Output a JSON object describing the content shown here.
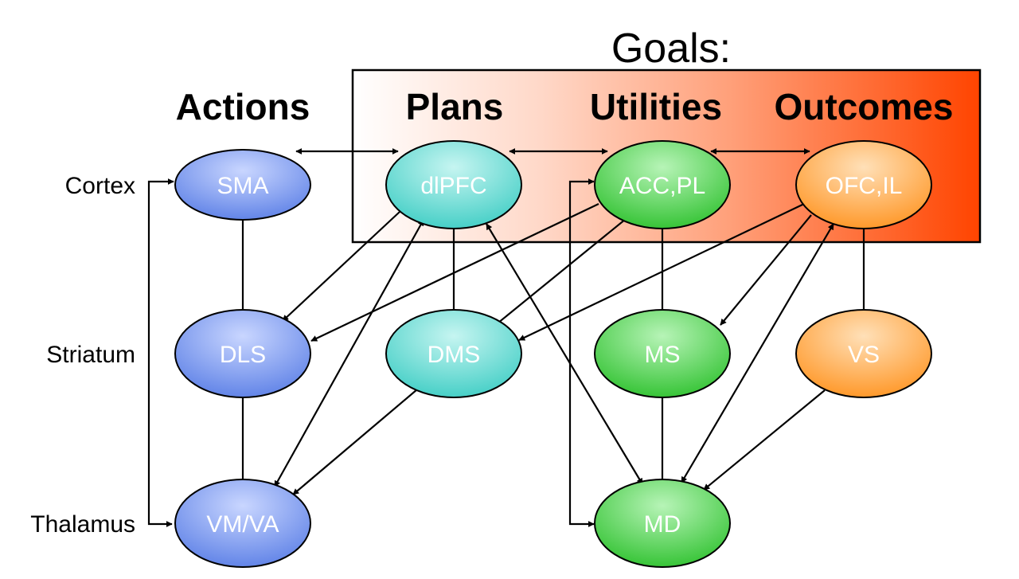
{
  "title": "Goals:",
  "headers": {
    "actions": "Actions",
    "plans": "Plans",
    "utilities": "Utilities",
    "outcomes": "Outcomes"
  },
  "rows": {
    "cortex": "Cortex",
    "striatum": "Striatum",
    "thalamus": "Thalamus"
  },
  "nodes": {
    "sma": "SMA",
    "dlpfc": "dlPFC",
    "acc_pl": "ACC,PL",
    "ofc_il": "OFC,IL",
    "dls": "DLS",
    "dms": "DMS",
    "ms": "MS",
    "vs": "VS",
    "vm_va": "VM/VA",
    "md": "MD"
  },
  "colors": {
    "actions": "#5b7fe6",
    "plans": "#46d1c9",
    "utilities": "#33c233",
    "outcomes": "#ff9a2e",
    "goals_gradient_end": "#ff4400"
  }
}
